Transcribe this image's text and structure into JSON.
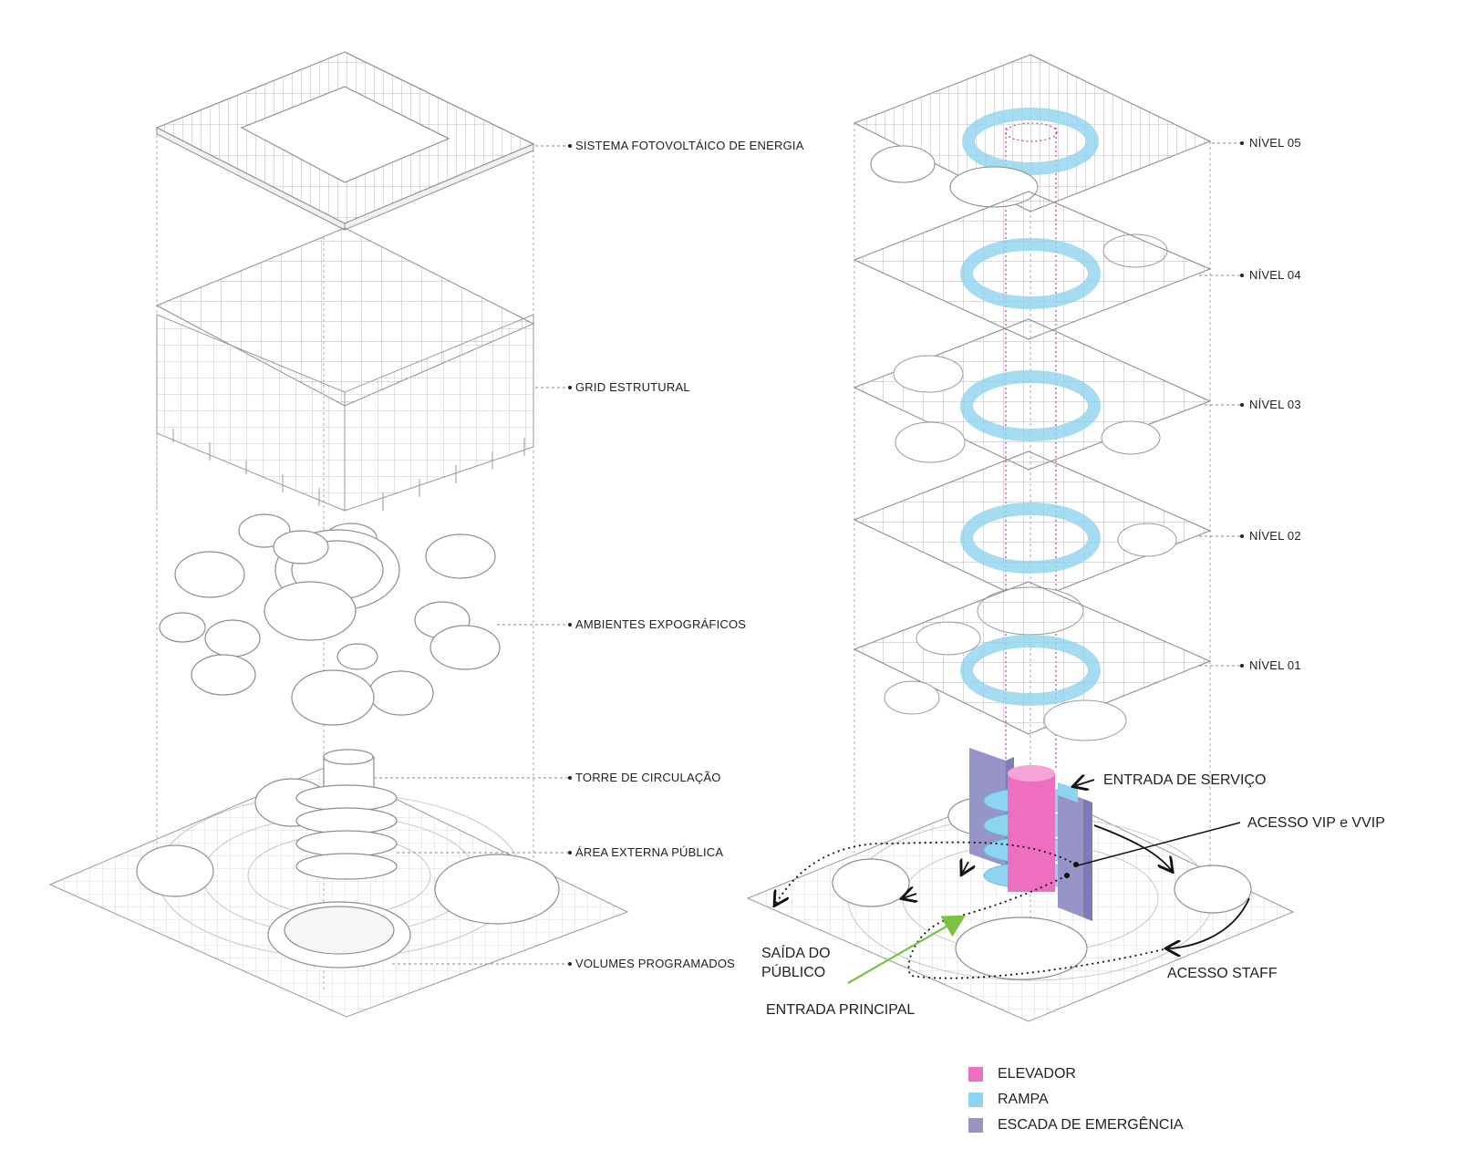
{
  "labels_left": {
    "solar": "SISTEMA FOTOVOLTÁICO DE ENERGIA",
    "grid": "GRID ESTRUTURAL",
    "ambientes": "AMBIENTES EXPOGRÁFICOS",
    "torre": "TORRE DE CIRCULAÇÃO",
    "area": "ÁREA EXTERNA PÚBLICA",
    "volumes": "VOLUMES PROGRAMADOS"
  },
  "labels_right": {
    "n05": "NÍVEL 05",
    "n04": "NÍVEL 04",
    "n03": "NÍVEL 03",
    "n02": "NÍVEL 02",
    "n01": "NÍVEL 01"
  },
  "annotations": {
    "entrada_servico": "ENTRADA DE SERVIÇO",
    "acesso_vip": "ACESSO VIP e VVIP",
    "saida_line1": "SAÍDA DO",
    "saida_line2": "PÚBLICO",
    "acesso_staff": "ACESSO STAFF",
    "entrada_principal": "ENTRADA PRINCIPAL"
  },
  "legend": [
    {
      "label": "ELEVADOR",
      "color": "#ee6fc0"
    },
    {
      "label": "RAMPA",
      "color": "#8ed3ef"
    },
    {
      "label": "ESCADA DE EMERGÊNCIA",
      "color": "#9794c8"
    }
  ],
  "colors": {
    "line": "#9a9a9a",
    "ramp": "#a9dcf2",
    "elevator": "#ee6fc0",
    "stair": "#9794c8",
    "arrow_green": "#7bc142"
  }
}
